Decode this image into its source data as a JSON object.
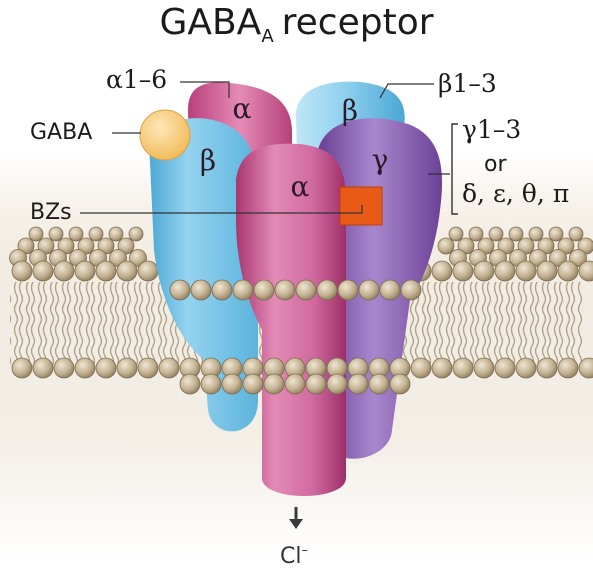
{
  "title": {
    "main": "GABA",
    "subscript": "A",
    "rest": "receptor"
  },
  "labels": {
    "alpha_isoforms": "α1–6",
    "beta_isoforms": "β1–3",
    "gaba": "GABA",
    "bzs": "BZs",
    "gamma_isoforms": "γ1–3",
    "or": "or",
    "alternatives": "δ, ε, θ, π",
    "chloride_base": "Cl",
    "chloride_charge": "–"
  },
  "subunits": {
    "alpha_back": "α",
    "beta_back": "β",
    "beta_front": "β",
    "gamma": "γ",
    "alpha_front": "α"
  },
  "colors": {
    "alpha": "#c8558e",
    "beta": "#6fc1e3",
    "gamma": "#9269b6",
    "gaba_site": "#f6c76c",
    "bz_site": "#e85b16",
    "lipid_head": "#bba98a",
    "lipid_tail": "#9b8f77"
  }
}
